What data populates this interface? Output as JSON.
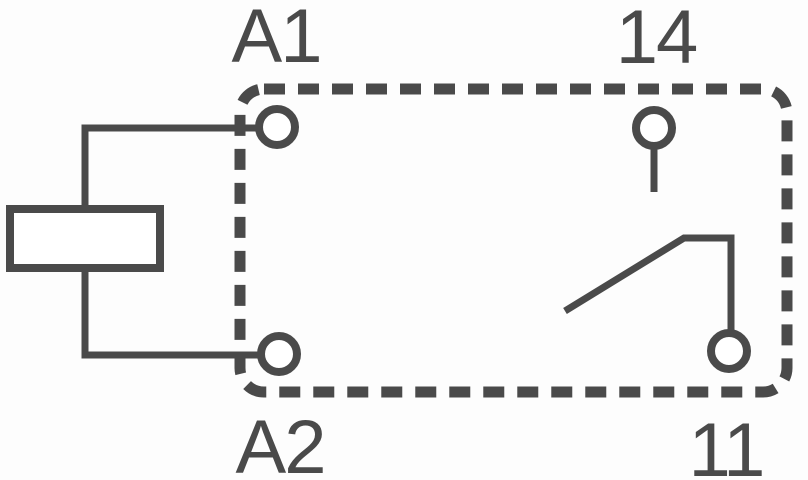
{
  "diagram": {
    "kind": "relay-pinout-schematic",
    "colors": {
      "line": "#4a4a4a",
      "background": "#fdfdfd",
      "terminal_fill": "#ffffff"
    },
    "labels": {
      "coil_a1": "A1",
      "coil_a2": "A2",
      "contact_14": "14",
      "contact_11": "11"
    },
    "components": {
      "relay_body": "dashed-outline",
      "coil": "rectangle-coil-symbol",
      "contact": "normally-open-switch"
    }
  }
}
